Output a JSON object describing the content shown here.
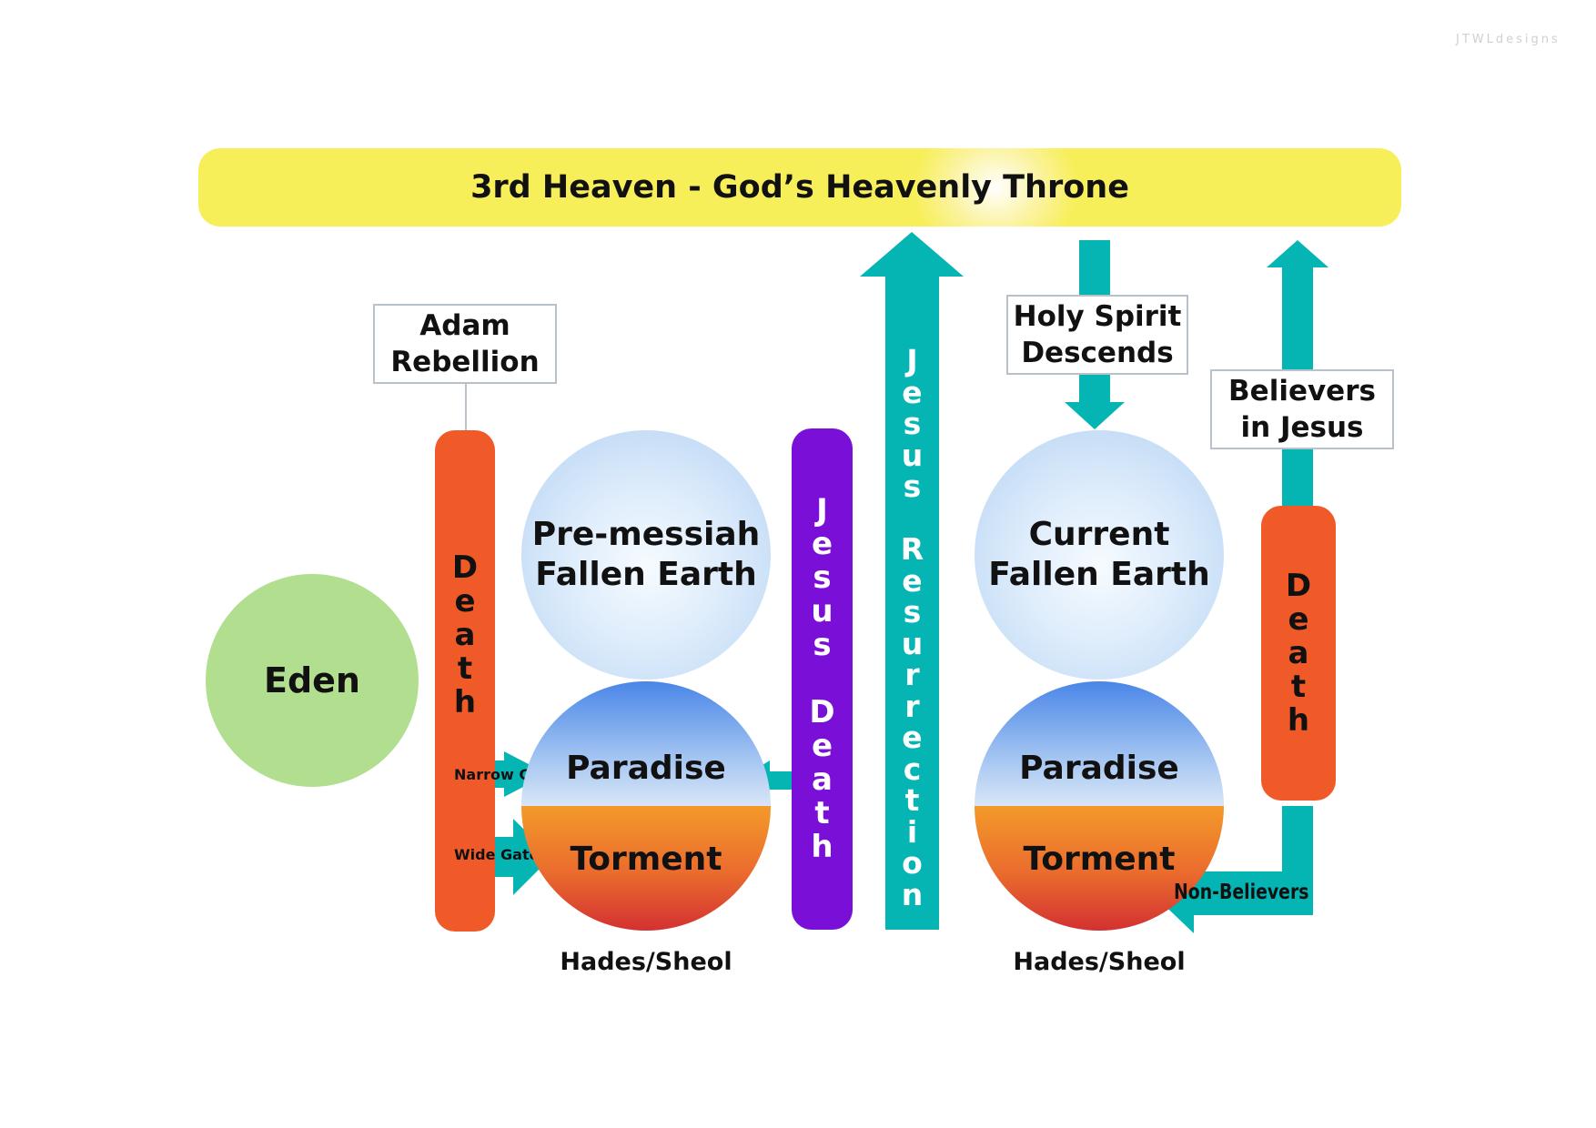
{
  "watermark": "JTWLdesigns",
  "heaven": {
    "label": "3rd Heaven - God’s Heavenly Throne"
  },
  "adam": {
    "line1": "Adam",
    "line2": "Rebellion"
  },
  "eden": {
    "label": "Eden"
  },
  "death_left": {
    "label": "Death"
  },
  "gates": {
    "narrow": "Narrow Gate",
    "wide": "Wide Gate"
  },
  "pre_earth": {
    "line1": "Pre-messiah",
    "line2": "Fallen Earth"
  },
  "hades_left": {
    "top": "Paradise",
    "bottom": "Torment",
    "caption": "Hades/Sheol"
  },
  "jesus_death": {
    "label": "Jesus Death"
  },
  "jesus_resurrection": {
    "label": "Jesus Resurrection"
  },
  "holy_spirit": {
    "line1": "Holy Spirit",
    "line2": "Descends"
  },
  "current_earth": {
    "line1": "Current",
    "line2": "Fallen Earth"
  },
  "hades_right": {
    "top": "Paradise",
    "bottom": "Torment",
    "caption": "Hades/Sheol"
  },
  "believers": {
    "line1": "Believers",
    "line2": "in Jesus"
  },
  "death_right": {
    "label": "Death"
  },
  "non_believers": {
    "label": "Non-Believers"
  },
  "colors": {
    "heaven": "#f7ef5a",
    "death": "#f05a28",
    "jesus_death": "#7a10d8",
    "teal": "#05b5b3",
    "eden": "#b2df8f",
    "box_border": "#b8c2cc"
  }
}
